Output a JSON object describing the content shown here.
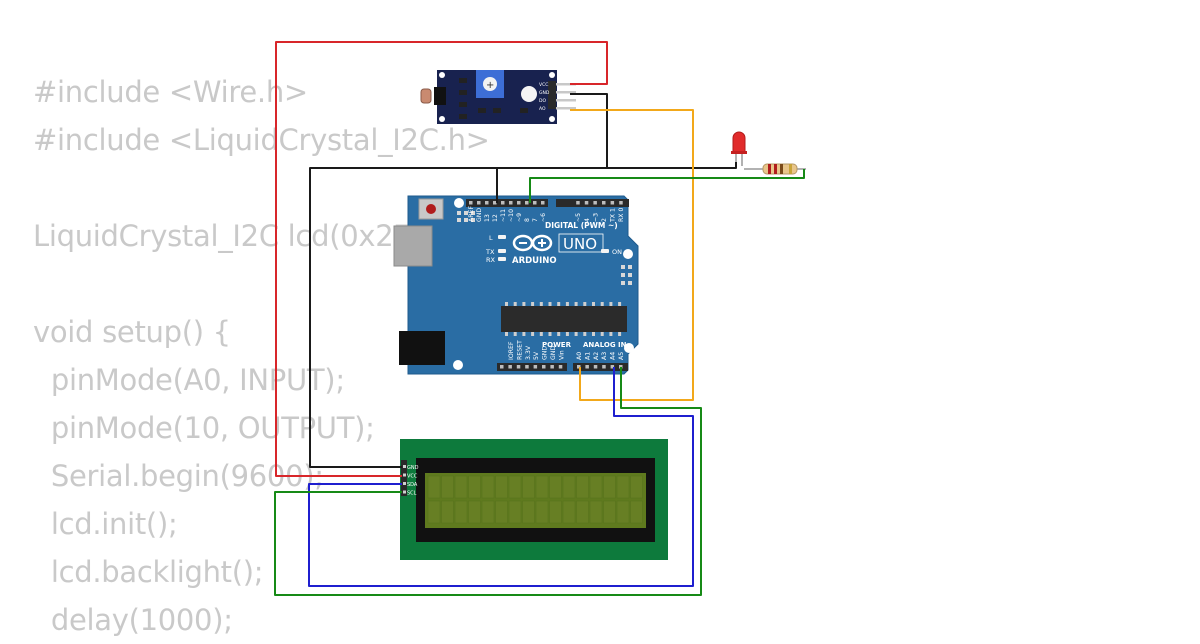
{
  "code": {
    "lines": [
      "#include <Wire.h>",
      "#include <LiquidCrystal_I2C.h>",
      "",
      "LiquidCrystal_I2C lcd(0x27, 16, 2);",
      "",
      "void setup() {",
      "  pinMode(A0, INPUT);",
      "  pinMode(10, OUTPUT);",
      "  Serial.begin(9600);",
      "  lcd.init();",
      "  lcd.backlight();",
      "  delay(1000);"
    ]
  },
  "arduino": {
    "brand": "ARDUINO",
    "model": "UNO",
    "digital_label": "DIGITAL (PWM ~)",
    "power_label": "POWER",
    "analog_label": "ANALOG IN",
    "on_label": "ON",
    "tx_label": "TX",
    "rx_label": "RX",
    "l_label": "L",
    "digital_pins": [
      "AREF",
      "GND",
      "13",
      "12",
      "~11",
      "~10",
      "~9",
      "8",
      "7",
      "~6",
      "~5",
      "4",
      "~3",
      "2",
      "TX 1",
      "RX 0"
    ],
    "power_pins": [
      "IOREF",
      "RESET",
      "3.3V",
      "5V",
      "GND",
      "GND",
      "Vin"
    ],
    "analog_pins": [
      "A0",
      "A1",
      "A2",
      "A3",
      "A4",
      "A5"
    ]
  },
  "lcd": {
    "pins": [
      "GND",
      "VCC",
      "SDA",
      "SCL"
    ],
    "backlight_color": "#5f7a1e",
    "board_color": "#0d7a3c"
  },
  "sensor": {
    "pins": [
      "VCC",
      "GND",
      "DO",
      "AO"
    ]
  },
  "colors": {
    "wire_red": "#d8262a",
    "wire_black": "#1a1a1a",
    "wire_orange": "#f2a81a",
    "wire_blue": "#1f1fcf",
    "wire_green": "#168a16",
    "board_blue": "#2a6da4",
    "code_text": "#c9c9c9"
  }
}
